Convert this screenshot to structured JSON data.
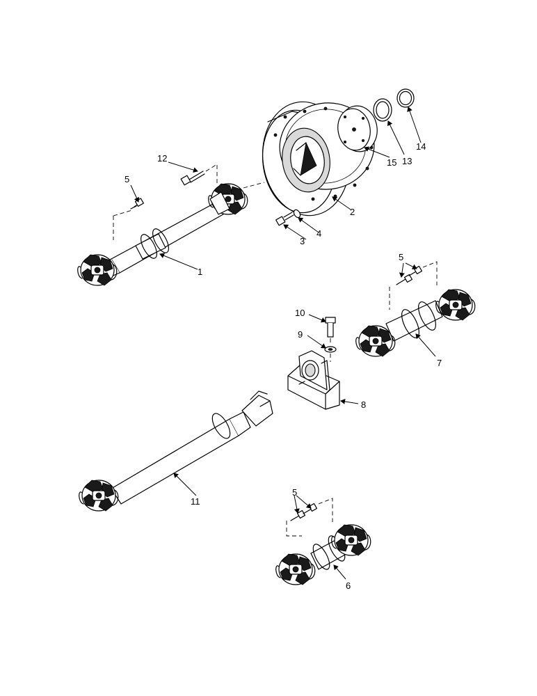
{
  "callouts": {
    "c1": "1",
    "c2": "2",
    "c3": "3",
    "c4": "4",
    "c5a": "5",
    "c5b": "5",
    "c5c": "5",
    "c6": "6",
    "c7": "7",
    "c8": "8",
    "c9": "9",
    "c10": "10",
    "c11": "11",
    "c12": "12",
    "c13": "13",
    "c14": "14",
    "c15": "15"
  },
  "icons": {
    "arrowhead": "arrowhead-icon"
  }
}
